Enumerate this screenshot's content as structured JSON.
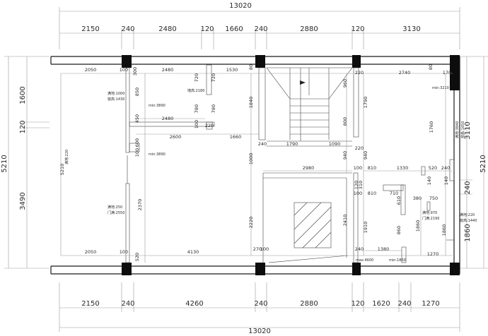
{
  "plan": {
    "overall_top": "13020",
    "overall_bottom": "13020",
    "top_dims": [
      "2150",
      "240",
      "2480",
      "120",
      "1660",
      "240",
      "2880",
      "120",
      "3130"
    ],
    "bottom_dims": [
      "2150",
      "240",
      "4260",
      "240",
      "2880",
      "120",
      "1620",
      "240",
      "1270"
    ],
    "left_dims": [
      "1600",
      "120",
      "3490"
    ],
    "left_overall": "5210",
    "right_dims": [
      "3110",
      "240",
      "1860"
    ],
    "right_overall": "5210",
    "interior": {
      "r1": [
        "2050",
        "100",
        "300",
        "2480",
        "1530",
        "80",
        "220",
        "2740",
        "80",
        "170"
      ],
      "r2": [
        "720",
        "720",
        "1840",
        "960",
        "1790"
      ],
      "r3": [
        "850",
        "2480",
        "780",
        "780",
        "100",
        "800",
        "1760"
      ],
      "r4": [
        "450",
        "600",
        "100",
        "220",
        "2600",
        "1660"
      ],
      "r5": [
        "240",
        "1790",
        "1090",
        "940",
        "220",
        "940",
        "1000"
      ],
      "r6": [
        "2980",
        "100",
        "810",
        "1330",
        "520",
        "240",
        "140",
        "140"
      ],
      "r7": [
        "5210",
        "2370",
        "710",
        "610",
        "380",
        "750",
        "120",
        "310",
        "100",
        "810"
      ],
      "r8": [
        "2220",
        "2410",
        "1910",
        "860",
        "1860",
        "1860"
      ],
      "r9": [
        "2050",
        "100",
        "520",
        "4130",
        "270",
        "100",
        "240",
        "1380",
        "1270"
      ],
      "min": [
        "min:3890",
        "min:3890",
        "min:3210",
        "max:4600",
        "min:1860"
      ],
      "notes": [
        "满地:1000",
        "窗高:1430",
        "墙高:2180",
        "满地:220",
        "满地:250",
        "门满:2550",
        "满地:3840",
        "窗高:1650",
        "满地:970",
        "门满:2190",
        "满地:220",
        "窗高:1440"
      ]
    }
  }
}
